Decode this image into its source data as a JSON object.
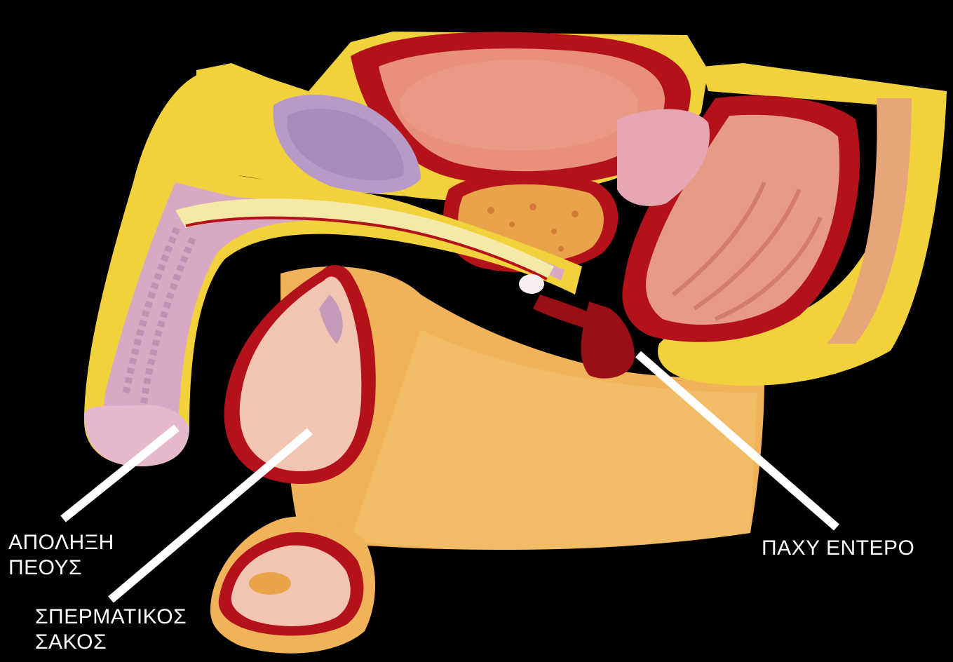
{
  "labels": {
    "penis_tip": {
      "line1": "ΑΠΟΛΗΞΗ",
      "line2": "ΠΕΟΥΣ"
    },
    "scrotum": {
      "line1": "ΣΠΕΡΜΑΤΙΚΟΣ",
      "line2": "ΣΑΚΟΣ"
    },
    "large_intestine": {
      "line1": "ΠΑΧΥ ΕΝΤΕΡΟ"
    }
  },
  "colors": {
    "background": "#000000",
    "label_text": "#ffffff",
    "leader_line": "#ffffff",
    "base_tissue": "#f0b35a",
    "muscle_red": "#b3121a",
    "fat_yellow": "#f2d23c",
    "bladder_pink": "#e8907a",
    "prostate_orange": "#e9a44a",
    "urethra_cream": "#f5e9a8",
    "vesicle_lavender": "#b89ac8",
    "testis_pink": "#f2c4b2",
    "rectum_pink": "#e79a86"
  }
}
